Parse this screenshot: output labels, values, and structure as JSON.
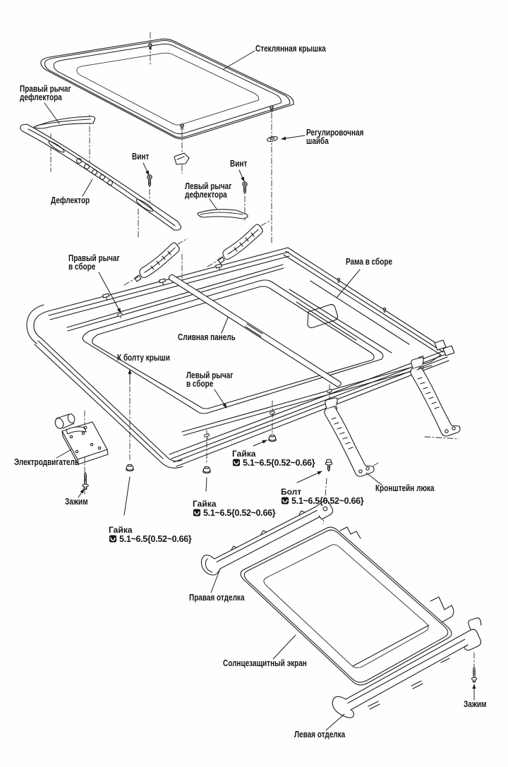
{
  "figure": "sunroof-exploded-view",
  "colors": {
    "line_ink": "#1c1c1c",
    "paper": "#fefefe"
  },
  "labels": {
    "glass_cover": "Стеклянная крышка",
    "right_deflector_lever": "Правый рычаг\nдефлектора",
    "adjusting_washer": "Регулировочная\nшайба",
    "screw_left": "Винт",
    "screw_right": "Винт",
    "left_deflector_lever": "Левый рычаг\nдефлектора",
    "deflector": "Дефлектор",
    "right_lever_assembly": "Правый рычаг\nв сборе",
    "frame_assembly": "Рама в сборе",
    "drain_panel": "Сливная панель",
    "to_roof_bolt": "К болту крыши",
    "left_lever_assembly": "Левый рычаг\nв сборе",
    "electric_motor": "Электродвигатель",
    "clamp_left": "Зажим",
    "nut_center": {
      "name": "Гайка",
      "spec": "5.1~6.5{0.52~0.66}"
    },
    "nut_middle": {
      "name": "Гайка",
      "spec": "5.1~6.5{0.52~0.66}"
    },
    "nut_right": {
      "name": "Гайка",
      "spec": "5.1~6.5{0.52~0.66}"
    },
    "bolt": {
      "name": "Болт",
      "spec": "5.1~6.5{0.52~0.66}"
    },
    "hatch_bracket": "Кронштейн люка",
    "right_trim": "Правая отделка",
    "sunshade_screen": "Солнцезащитный экран",
    "left_trim": "Левая отделка",
    "clamp_right": "Зажим"
  }
}
